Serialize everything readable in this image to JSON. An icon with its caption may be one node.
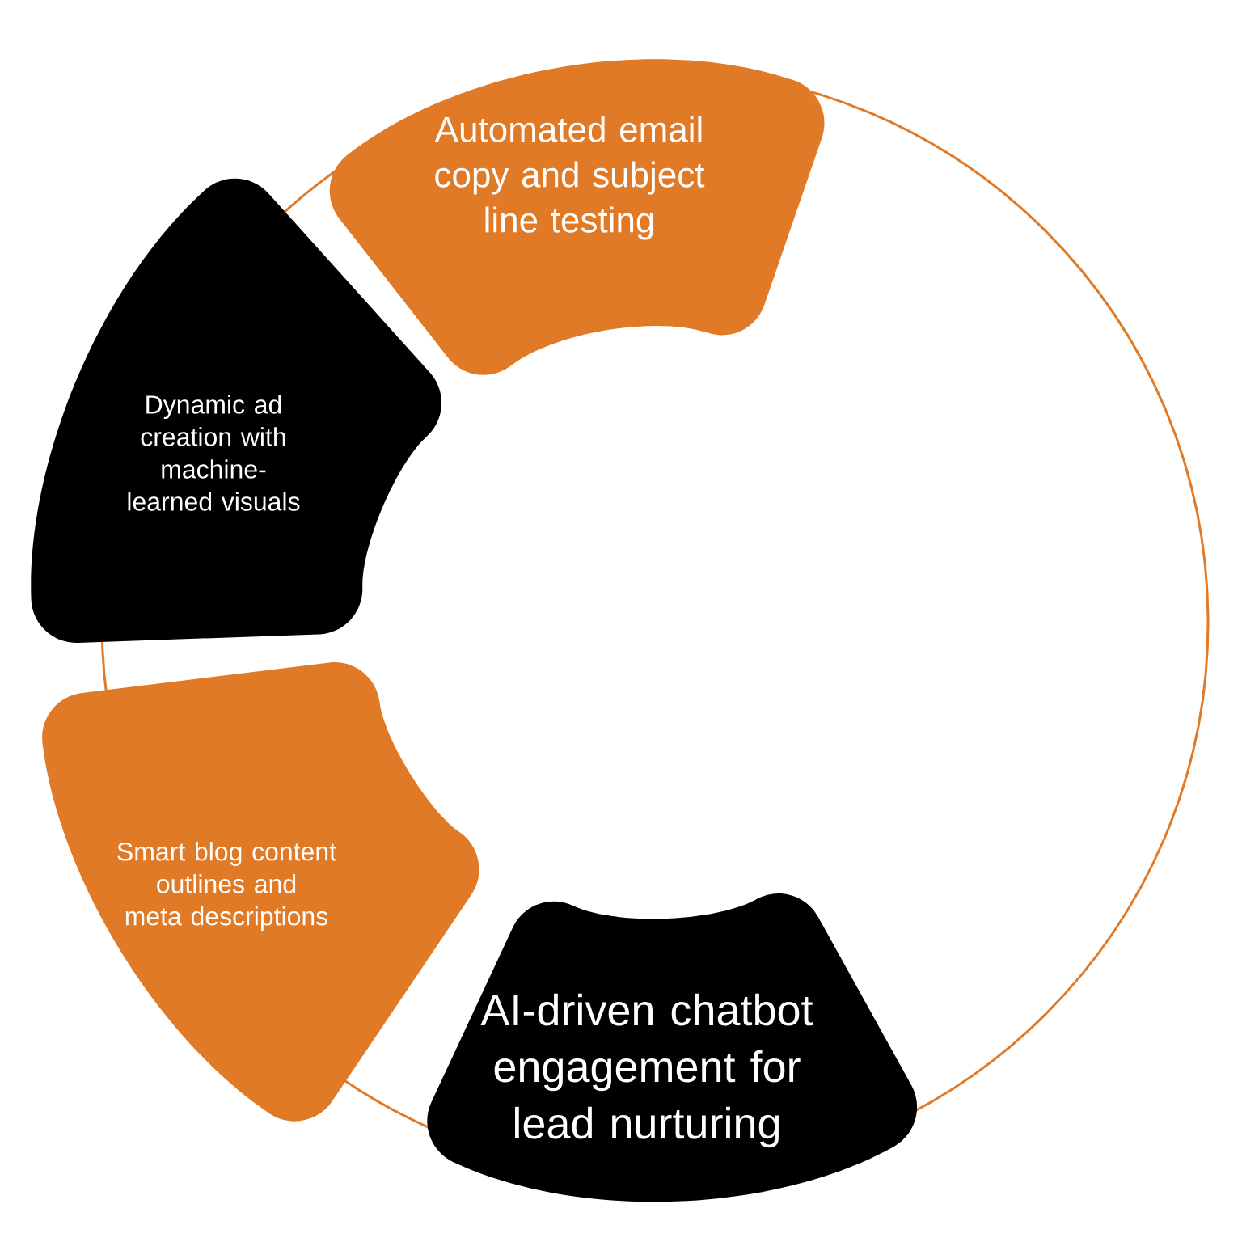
{
  "diagram": {
    "nodes": [
      {
        "text": [
          "Automated email copy and subject line testing"
        ]
      },
      {
        "text": [
          "Dynamic ad creation with machine-learned visuals"
        ]
      },
      {
        "text": [
          "Smart blog content outlines and meta descriptions"
        ]
      },
      {
        "text": [
          "AI-driven chatbot engagement for lead nurturing"
        ]
      }
    ]
  }
}
